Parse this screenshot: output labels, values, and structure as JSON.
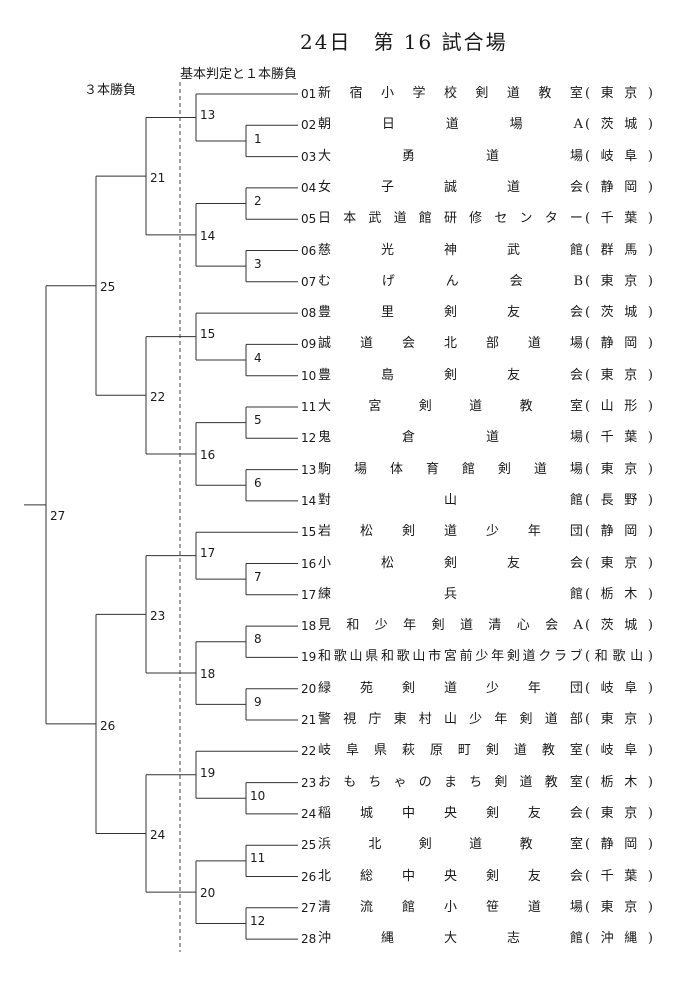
{
  "header": {
    "title": "24日　第 16 試合場",
    "label_three_point": "３本勝負",
    "label_one_point": "基本判定と１本勝負"
  },
  "teams": [
    {
      "seed": "01",
      "name": "新宿小学校剣道教室",
      "pref": "(東京)"
    },
    {
      "seed": "02",
      "name": "朝日道場A",
      "pref": "(茨城)"
    },
    {
      "seed": "03",
      "name": "大勇道場",
      "pref": "(岐阜)"
    },
    {
      "seed": "04",
      "name": "女子誠道会",
      "pref": "(静岡)"
    },
    {
      "seed": "05",
      "name": "日本武道館研修センター",
      "pref": "(千葉)"
    },
    {
      "seed": "06",
      "name": "慈光神武館",
      "pref": "(群馬)"
    },
    {
      "seed": "07",
      "name": "むげん会B",
      "pref": "(東京)"
    },
    {
      "seed": "08",
      "name": "豊里剣友会",
      "pref": "(茨城)"
    },
    {
      "seed": "09",
      "name": "誠道会北部道場",
      "pref": "(静岡)"
    },
    {
      "seed": "10",
      "name": "豊島剣友会",
      "pref": "(東京)"
    },
    {
      "seed": "11",
      "name": "大宮剣道教室",
      "pref": "(山形)"
    },
    {
      "seed": "12",
      "name": "鬼倉道場",
      "pref": "(千葉)"
    },
    {
      "seed": "13",
      "name": "駒場体育館剣道場",
      "pref": "(東京)"
    },
    {
      "seed": "14",
      "name": "對山館",
      "pref": "(長野)"
    },
    {
      "seed": "15",
      "name": "岩松剣道少年団",
      "pref": "(静岡)"
    },
    {
      "seed": "16",
      "name": "小松剣友会",
      "pref": "(東京)"
    },
    {
      "seed": "17",
      "name": "練兵館",
      "pref": "(栃木)"
    },
    {
      "seed": "18",
      "name": "見和少年剣道清心会A",
      "pref": "(茨城)"
    },
    {
      "seed": "19",
      "name": "和歌山県和歌山市宮前少年剣道クラブ",
      "pref": "(和歌山)"
    },
    {
      "seed": "20",
      "name": "緑苑剣道少年団",
      "pref": "(岐阜)"
    },
    {
      "seed": "21",
      "name": "警視庁東村山少年剣道部",
      "pref": "(東京)"
    },
    {
      "seed": "22",
      "name": "岐阜県萩原町剣道教室",
      "pref": "(岐阜)"
    },
    {
      "seed": "23",
      "name": "おもちゃのまち剣道教室",
      "pref": "(栃木)"
    },
    {
      "seed": "24",
      "name": "稲城中央剣友会",
      "pref": "(東京)"
    },
    {
      "seed": "25",
      "name": "浜北剣道教室",
      "pref": "(静岡)"
    },
    {
      "seed": "26",
      "name": "北総中央剣友会",
      "pref": "(千葉)"
    },
    {
      "seed": "27",
      "name": "清流館小笹道場",
      "pref": "(東京)"
    },
    {
      "seed": "28",
      "name": "沖縄大志館",
      "pref": "(沖縄)"
    }
  ],
  "matches": {
    "m1": "1",
    "m2": "2",
    "m3": "3",
    "m4": "4",
    "m5": "5",
    "m6": "6",
    "m7": "7",
    "m8": "8",
    "m9": "9",
    "m10": "10",
    "m11": "11",
    "m12": "12",
    "m13": "13",
    "m14": "14",
    "m15": "15",
    "m16": "16",
    "m17": "17",
    "m18": "18",
    "m19": "19",
    "m20": "20",
    "m21": "21",
    "m22": "22",
    "m23": "23",
    "m24": "24",
    "m25": "25",
    "m26": "26",
    "m27": "27"
  }
}
